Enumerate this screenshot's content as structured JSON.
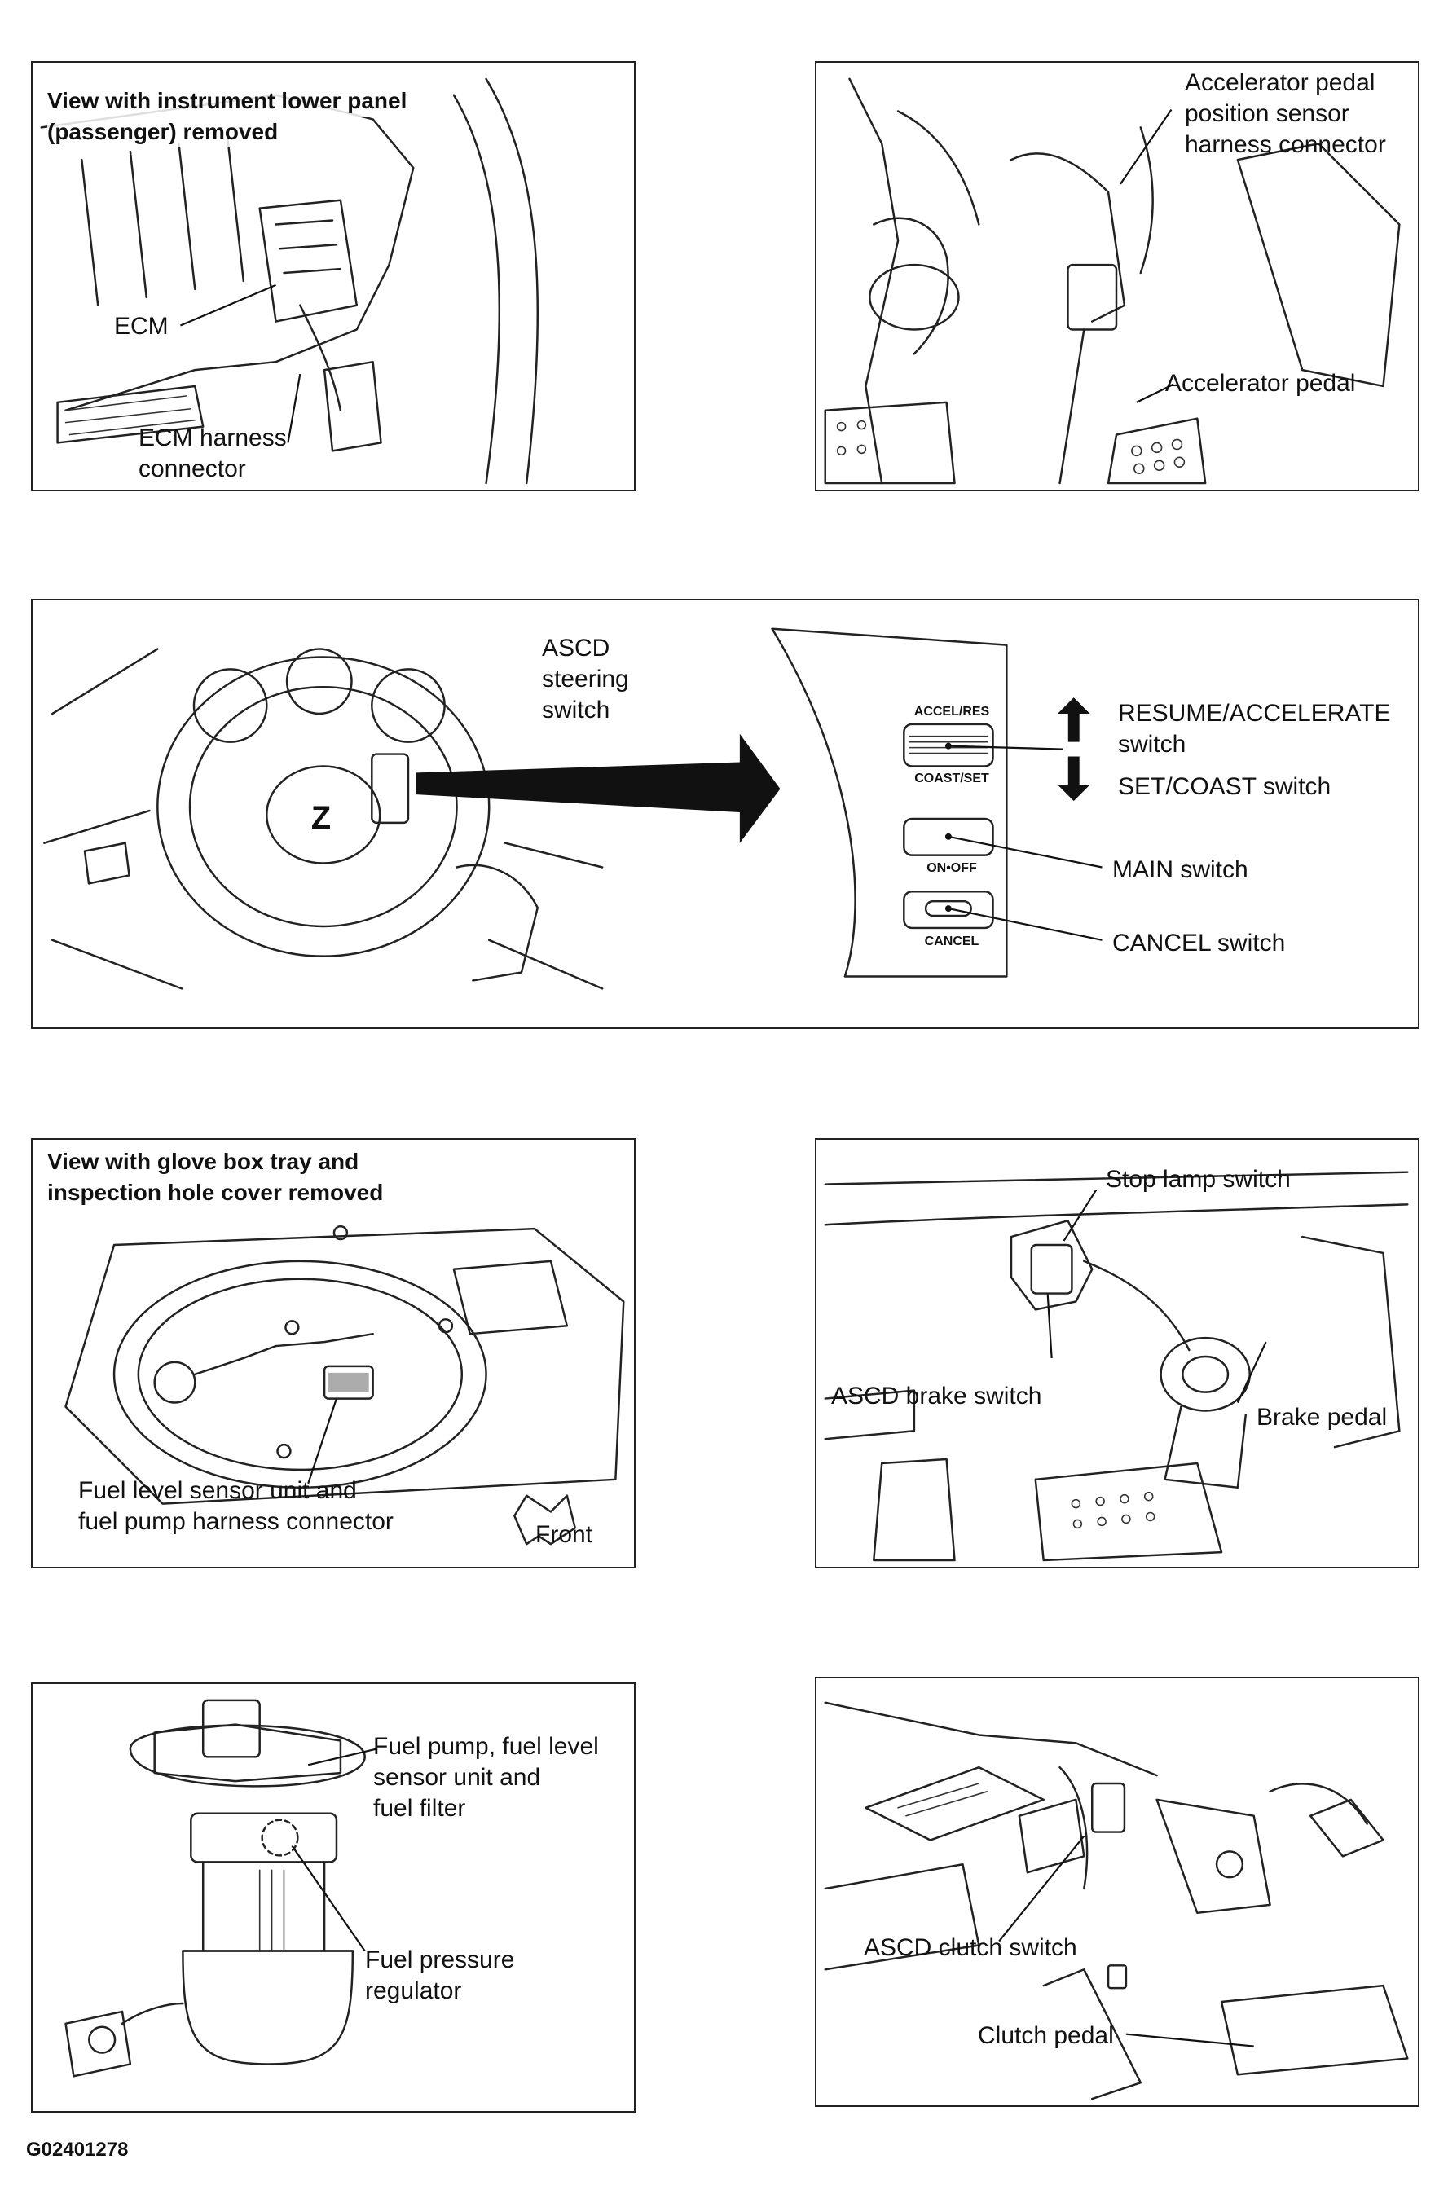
{
  "panels": {
    "ecm": {
      "title_line1": "View with instrument lower panel",
      "title_line2": "(passenger) removed",
      "label_ecm": "ECM",
      "label_harness_line1": "ECM harness",
      "label_harness_line2": "connector"
    },
    "accelerator": {
      "sensor_line1": "Accelerator pedal",
      "sensor_line2": "position sensor",
      "sensor_line3": "harness connector",
      "pedal": "Accelerator pedal"
    },
    "steering": {
      "ascd_line1": "ASCD",
      "ascd_line2": "steering",
      "ascd_line3": "switch",
      "btn_accel": "ACCEL/RES",
      "btn_coast": "COAST/SET",
      "btn_onoff": "ON•OFF",
      "btn_cancel": "CANCEL",
      "resume_line1": "RESUME/ACCELERATE",
      "resume_line2": "switch",
      "set_coast": "SET/COAST switch",
      "main": "MAIN switch",
      "cancel": "CANCEL switch"
    },
    "fuel_level": {
      "title_line1": "View with glove box tray and",
      "title_line2": "inspection hole cover removed",
      "label_line1": "Fuel level sensor unit and",
      "label_line2": "fuel pump harness connector",
      "front": "Front"
    },
    "brake": {
      "stop_lamp": "Stop lamp switch",
      "ascd_brake": "ASCD brake switch",
      "brake_pedal": "Brake pedal"
    },
    "fuel_pump": {
      "pump_line1": "Fuel pump, fuel level",
      "pump_line2": "sensor unit and",
      "pump_line3": "fuel filter",
      "regulator_line1": "Fuel pressure",
      "regulator_line2": "regulator"
    },
    "clutch": {
      "ascd_clutch": "ASCD clutch switch",
      "clutch_pedal": "Clutch pedal"
    }
  },
  "figure_code": "G02401278"
}
